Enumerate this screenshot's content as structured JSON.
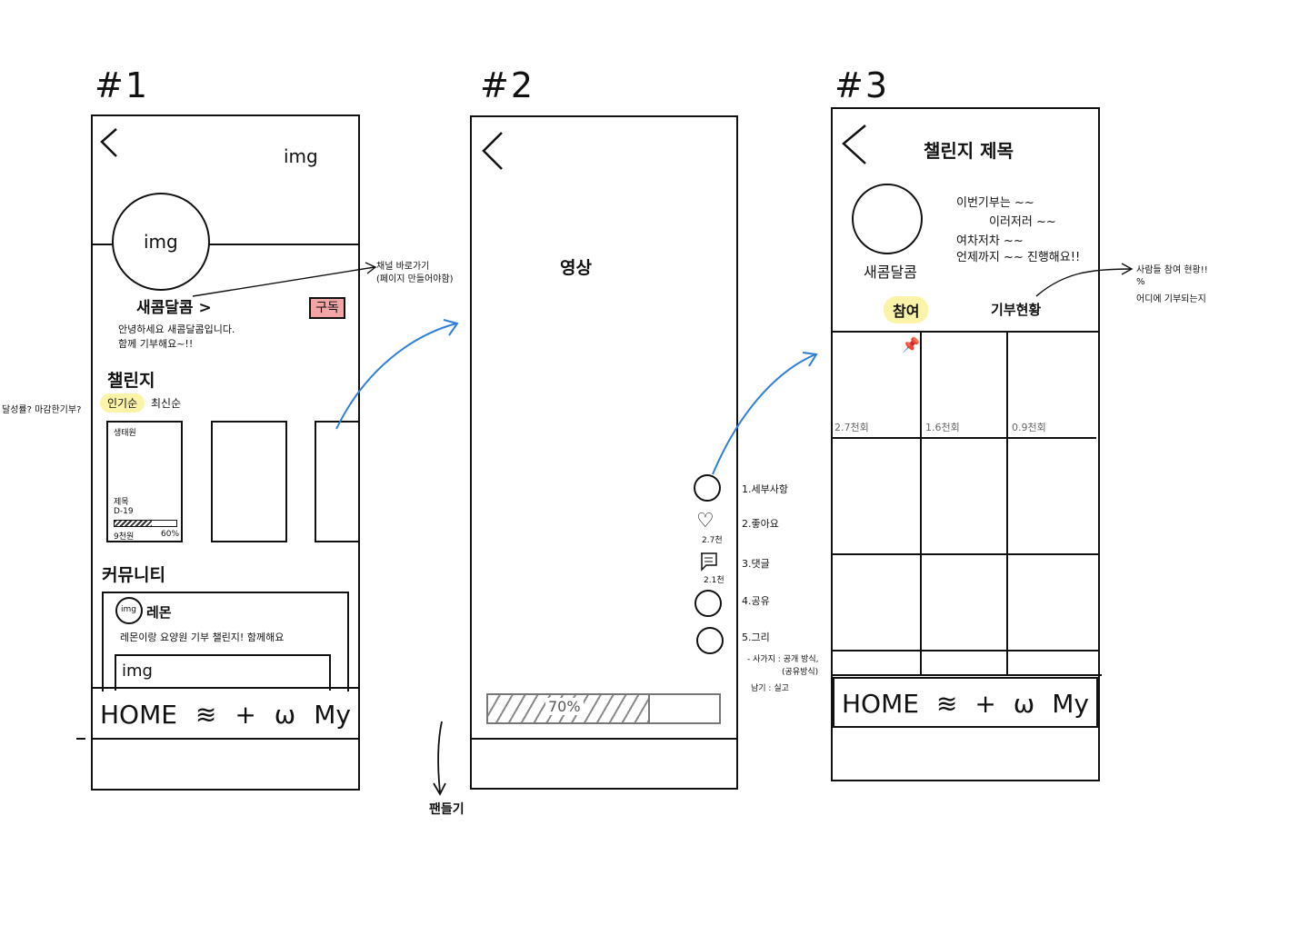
{
  "screens": {
    "s1": {
      "heading": "#1",
      "header_img": "img",
      "profile_img": "img",
      "name": "새콤달콤 >",
      "subscribe": "구독",
      "intro_1": "안녕하세요 새콤달콤입니다.",
      "intro_2": "함께 기부해요~!!",
      "challenge_title": "챌린지",
      "sort_popular": "인기순",
      "sort_latest": "최신순",
      "card": {
        "tag": "생태원",
        "title": "제목",
        "dday": "D-19",
        "amount": "9천원",
        "percent": "60%",
        "progress": 0.6
      },
      "community_title": "커뮤니티",
      "post_avatar": "img",
      "post_author": "레몬",
      "post_text": "레몬이랑 요양원 기부 챌린지! 함께해요",
      "post_img": "img"
    },
    "s2": {
      "heading": "#2",
      "video": "영상",
      "actions": [
        {
          "label": "1.세부사항"
        },
        {
          "label": "2.좋아요",
          "count": "2.7천"
        },
        {
          "label": "3.댓글",
          "count": "2.1천"
        },
        {
          "label": "4.공유"
        },
        {
          "label": "5.그리"
        }
      ],
      "note_1": "- 사가지 : 공개 방식,",
      "note_2": "(공유방식)",
      "note_3": "남기 : 실고",
      "progress_label": "70%",
      "progress": 0.7
    },
    "s3": {
      "heading": "#3",
      "title": "챌린지 제목",
      "desc_1": "이번기부는 ~~",
      "desc_2": "이러저러 ~~",
      "desc_3": "여차저차 ~~",
      "desc_4": "언제까지 ~~ 진행해요!!",
      "name": "새콤달콤",
      "tab_join": "참여",
      "tab_status": "기부현황",
      "grid_counts": [
        "2.7천회",
        "1.6천회",
        "0.9천회"
      ]
    }
  },
  "nav": [
    "HOME",
    "≋",
    "+",
    "ω",
    "My"
  ],
  "annotations": {
    "subscriber_view_1": "채널 바로가기",
    "subscriber_view_2": "(페이지 만들어야함)",
    "sort_note": "달성률? 마감한기부?",
    "swipe_note": "팬들기",
    "status_note_1": "사람들 참여 현황!!",
    "status_note_2": "%",
    "status_note_3": "어디에 기부되는지"
  },
  "colors": {
    "arrow": "#2f7fd6",
    "highlight": "#fbf3a8",
    "subscribe": "#f1a5a5"
  }
}
